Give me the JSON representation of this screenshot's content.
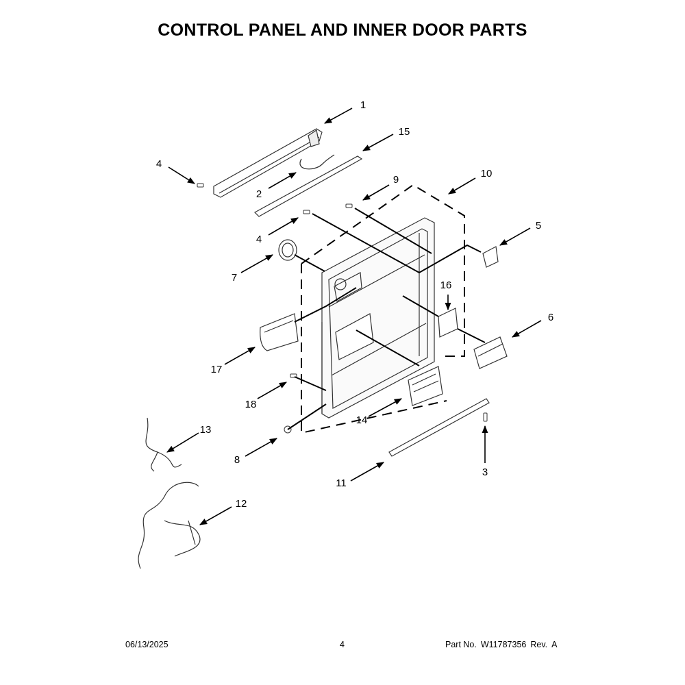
{
  "title": "CONTROL PANEL AND INNER DOOR PARTS",
  "callouts": [
    "1",
    "2",
    "3",
    "4",
    "4",
    "5",
    "6",
    "7",
    "8",
    "9",
    "10",
    "11",
    "12",
    "13",
    "14",
    "15",
    "16",
    "17",
    "18"
  ],
  "footer": {
    "date": "06/13/2025",
    "page": "4",
    "part_label": "Part No.",
    "part_number": "W11787356",
    "rev_label": "Rev.",
    "rev": "A"
  }
}
